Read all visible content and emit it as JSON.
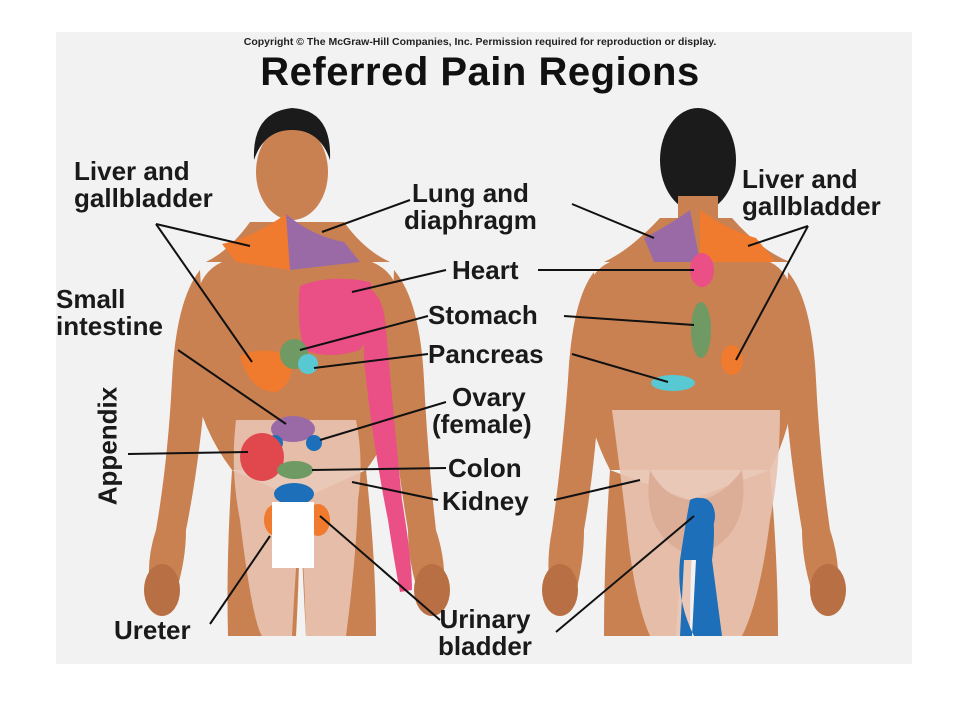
{
  "copyright": "Copyright © The McGraw-Hill Companies, Inc. Permission required for reproduction or display.",
  "title": "Referred Pain Regions",
  "labels": {
    "liver_left_1": "Liver and",
    "liver_left_2": "gallbladder",
    "lung_1": "Lung and",
    "lung_2": "diaphragm",
    "liver_right_1": "Liver and",
    "liver_right_2": "gallbladder",
    "heart": "Heart",
    "small_intestine_1": "Small",
    "small_intestine_2": "intestine",
    "stomach": "Stomach",
    "pancreas": "Pancreas",
    "appendix": "Appendix",
    "ovary_1": "Ovary",
    "ovary_2": "(female)",
    "colon": "Colon",
    "kidney": "Kidney",
    "ureter": "Ureter",
    "urinary_1": "Urinary",
    "urinary_2": "bladder"
  },
  "colors": {
    "skin": "#c98152",
    "skin_dark": "#a9633a",
    "hair": "#1b1b1b",
    "pale_region": "#e8c3b1",
    "orange": "#f07a2e",
    "purple": "#9a6aa6",
    "pink": "#ea4f86",
    "green": "#6f9a63",
    "cyan": "#58c8d3",
    "blue": "#1c6fb8",
    "red_appendix": "#e0484e"
  }
}
